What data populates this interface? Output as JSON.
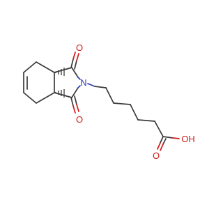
{
  "molecule": {
    "atoms": {
      "nitrogen": "N",
      "carbonyl_oxygen_top": "O",
      "carbonyl_oxygen_bottom": "O",
      "carboxyl_oxygen": "O",
      "hydroxyl": "OH"
    },
    "colors": {
      "bond": "#3a3a3a",
      "oxygen": "#d11a1a",
      "nitrogen": "#2f3fb0",
      "background": "#ffffff"
    }
  }
}
